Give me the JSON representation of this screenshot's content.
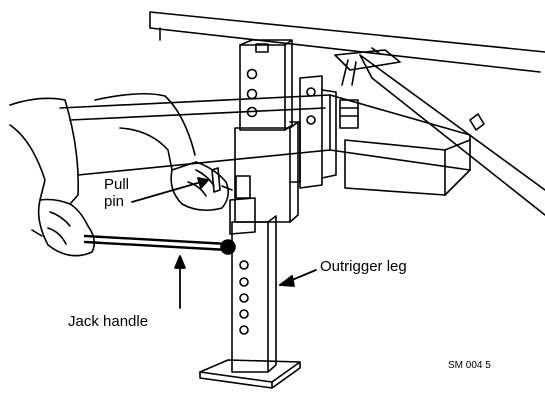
{
  "labels": {
    "pull_pin_line1": "Pull",
    "pull_pin_line2": "pin",
    "outrigger_leg": "Outrigger leg",
    "jack_handle": "Jack handle",
    "figure_code": "SM 004 5"
  },
  "colors": {
    "ink": "#000000",
    "paper": "#ffffff"
  }
}
